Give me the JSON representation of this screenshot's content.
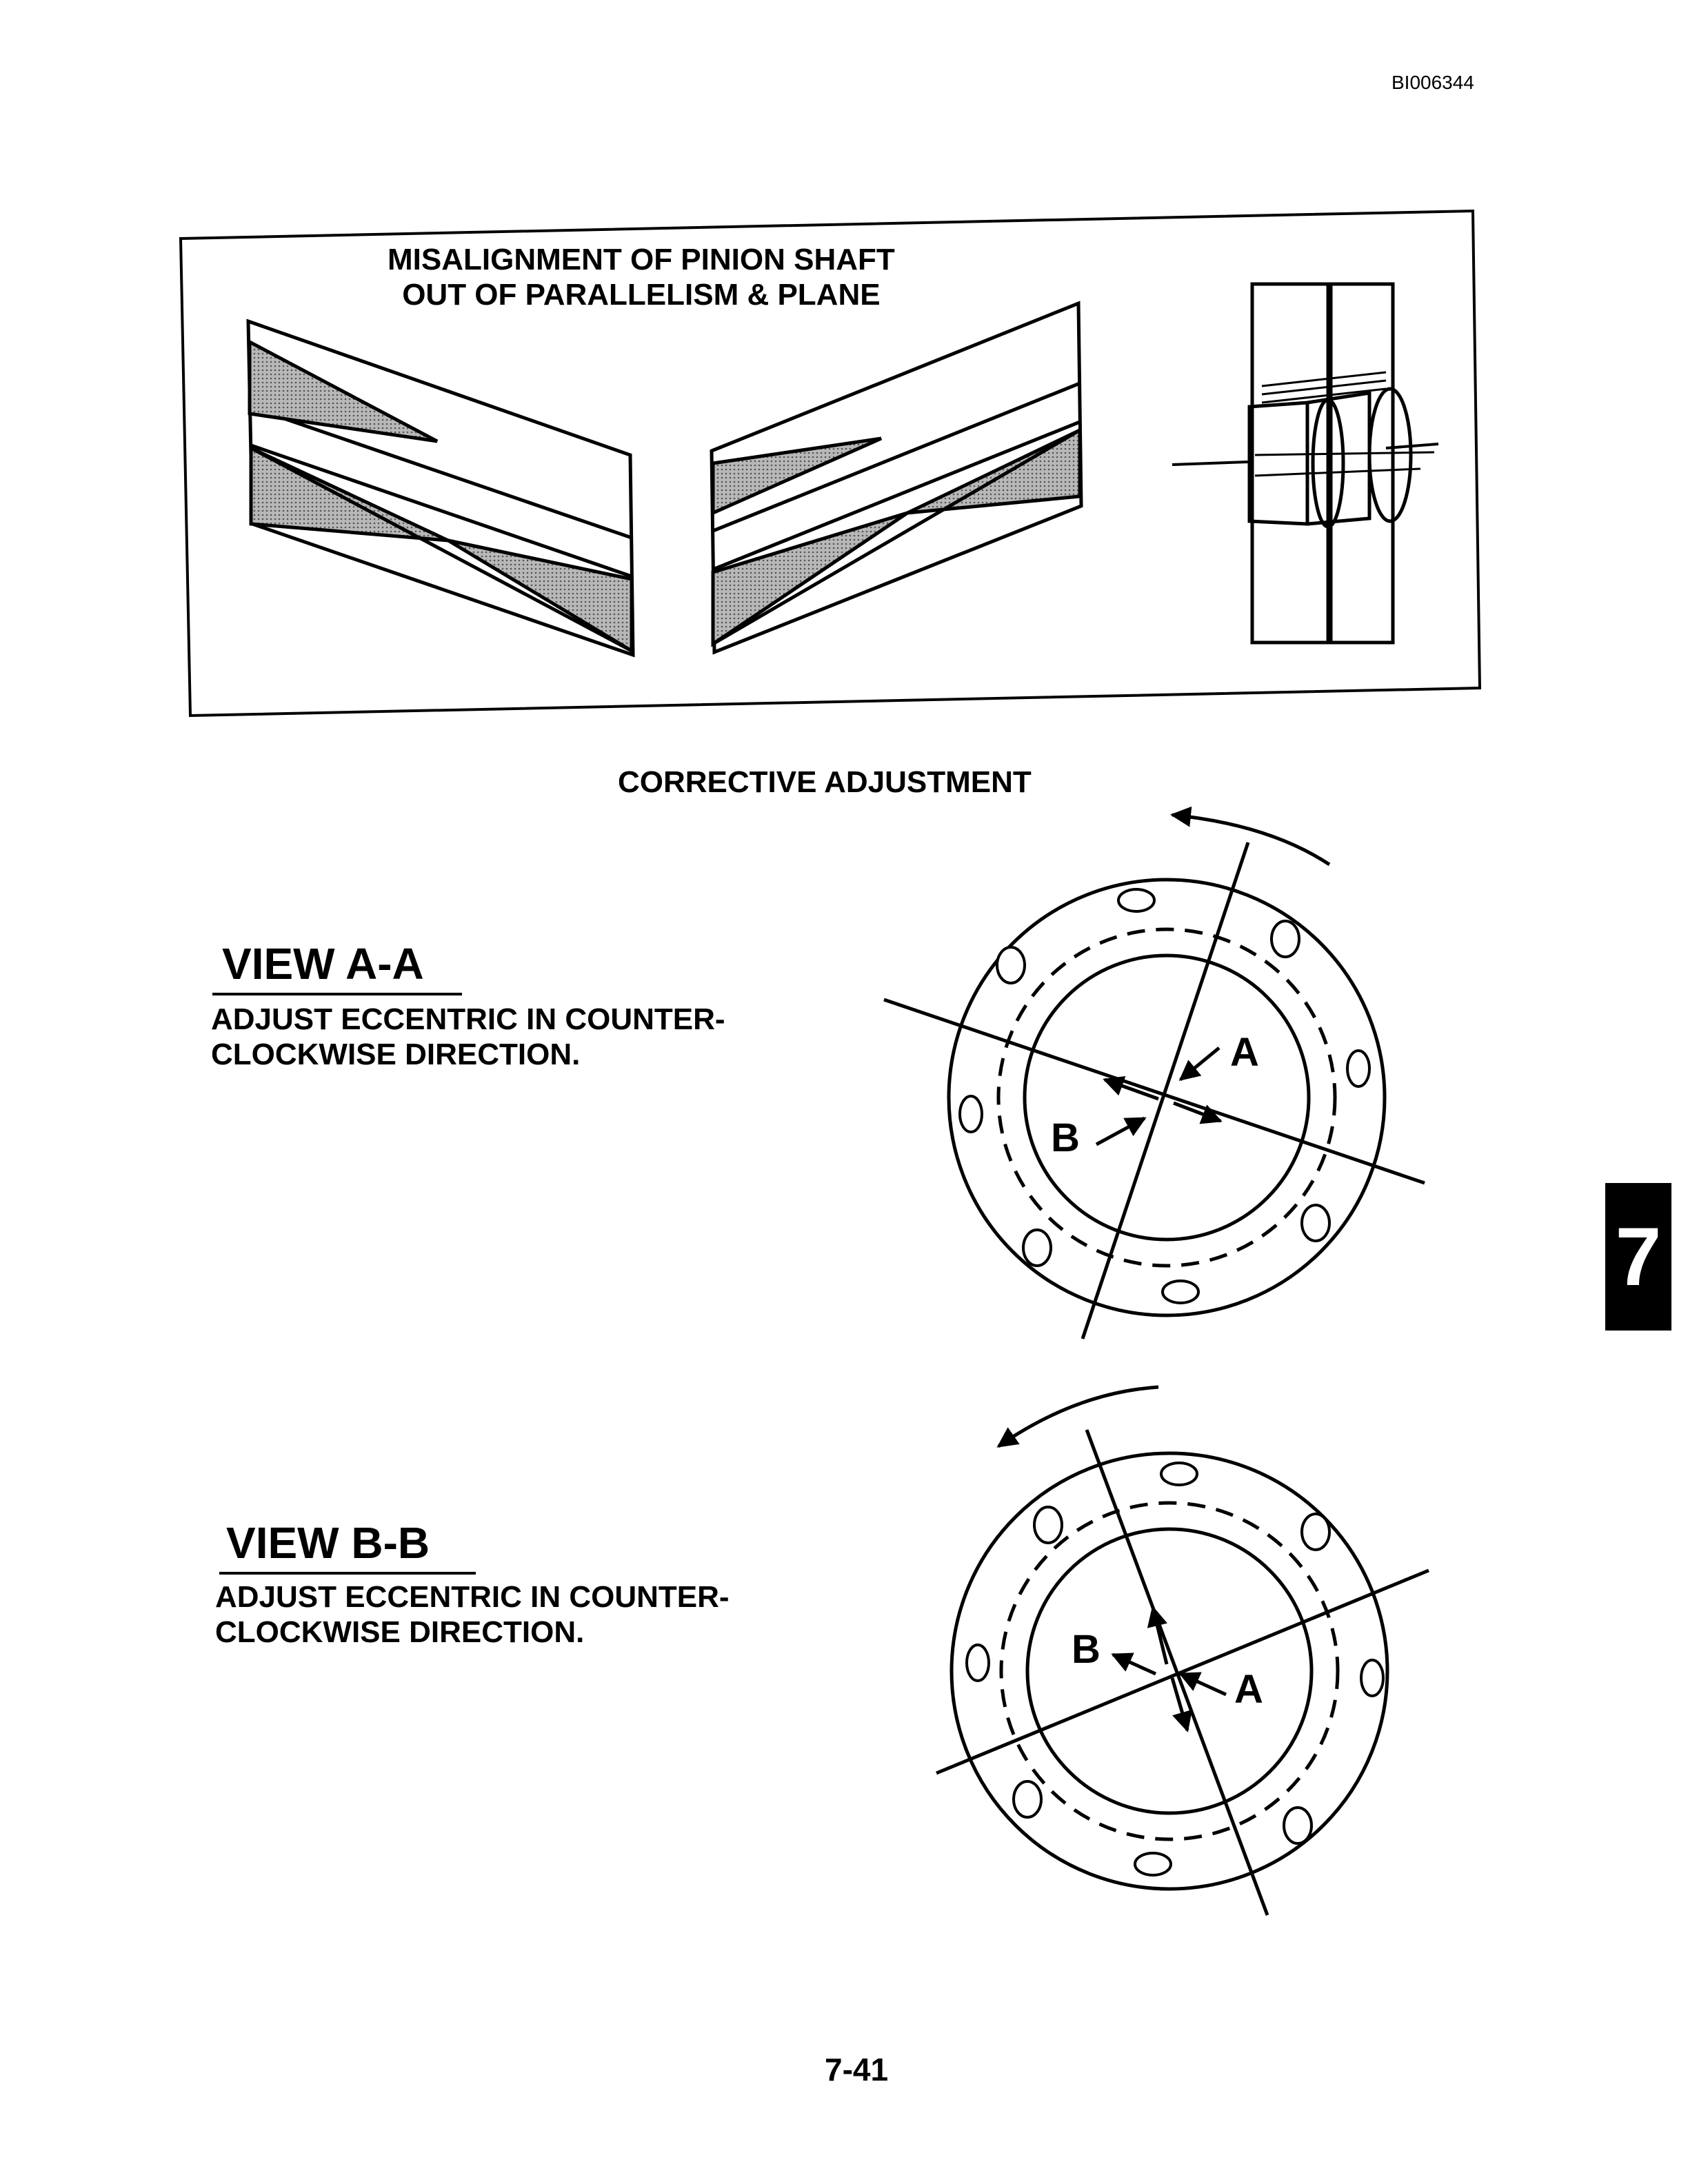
{
  "document": {
    "doc_id": "BI006344",
    "page_number": "7-41",
    "chapter_tab": "7"
  },
  "misalignment_figure": {
    "title_line1": "MISALIGNMENT OF PINION SHAFT",
    "title_line2": "OUT OF PARALLELISM & PLANE"
  },
  "corrective": {
    "title": "CORRECTIVE ADJUSTMENT"
  },
  "view_a": {
    "heading": "VIEW A-A",
    "description_line1": "ADJUST ECCENTRIC IN COUNTER-",
    "description_line2": "CLOCKWISE DIRECTION.",
    "label_a": "A",
    "label_b": "B"
  },
  "view_b": {
    "heading": "VIEW B-B",
    "description_line1": "ADJUST ECCENTRIC IN COUNTER-",
    "description_line2": "CLOCKWISE DIRECTION.",
    "label_a": "A",
    "label_b": "B"
  },
  "colors": {
    "ink": "#000000",
    "shade": "#9a9a9a",
    "paper": "#ffffff"
  }
}
